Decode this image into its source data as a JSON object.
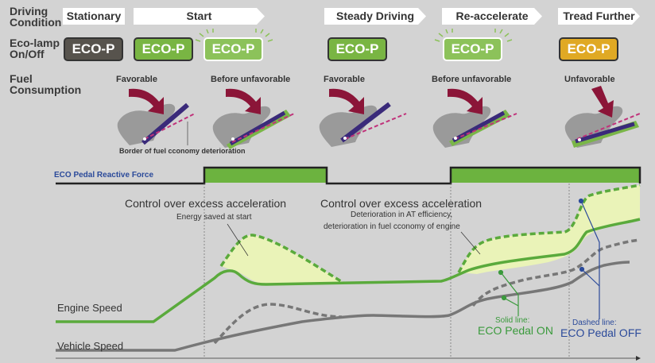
{
  "row_labels": {
    "driving_condition": "Driving\nCondition",
    "eco_lamp": "Eco-lamp\nOn/Off",
    "fuel_consumption": "Fuel\nConsumption"
  },
  "stages": [
    "Stationary",
    "Start",
    "Steady Driving",
    "Re-accelerate",
    "Tread Further"
  ],
  "badges": [
    {
      "label": "ECO-P",
      "state": "off",
      "color": "#57534d"
    },
    {
      "label": "ECO-P",
      "state": "on",
      "color": "#79b543"
    },
    {
      "label": "ECO-P",
      "state": "blinking",
      "color": "#8cc25a"
    },
    {
      "label": "ECO-P",
      "state": "on",
      "color": "#79b543"
    },
    {
      "label": "ECO-P",
      "state": "blinking",
      "color": "#8cc25a"
    },
    {
      "label": "ECO-P",
      "state": "warning",
      "color": "#e0a924"
    }
  ],
  "fuel_states": [
    "Favorable",
    "Before unfavorable",
    "Favorable",
    "Before unfavorable",
    "Unfavorable"
  ],
  "border_label": "Border of fuel cconomy deterioration",
  "reactive_force_label": "ECO Pedal Reactive Force",
  "annotations": {
    "control1": "Control over excess acceleration",
    "energy_saved": "Energy saved at start",
    "control2": "Control over excess acceleration",
    "deterioration1": "Deterioration in AT efficiency,",
    "deterioration2": "deterioration in fuel cconomy of engine"
  },
  "series_labels": {
    "engine_speed": "Engine Speed",
    "vehicle_speed": "Vehicle Speed"
  },
  "legend": {
    "solid_caption": "Solid line:",
    "solid_name": "ECO Pedal ON",
    "dashed_caption": "Dashed line:",
    "dashed_name": "ECO Pedal OFF"
  },
  "colors": {
    "green": "#5aaa3c",
    "fill": "#eaf3b8",
    "gray": "#757575",
    "blue": "#2b4a9a",
    "pedal": "#3a2a7a",
    "arrow": "#8b1538",
    "dashed_border": "#c0327a"
  }
}
